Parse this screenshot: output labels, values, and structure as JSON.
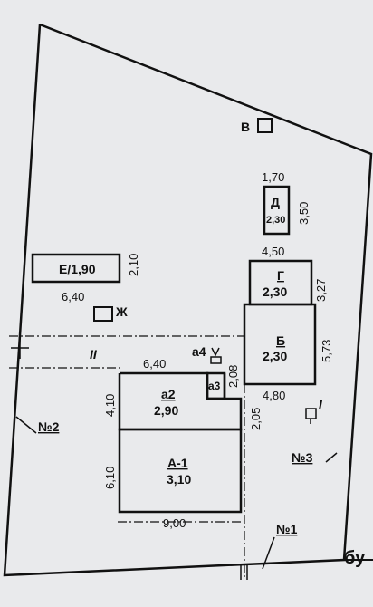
{
  "paper_color": "#e9eaec",
  "ink_color": "#111111",
  "labels": {
    "v": "В",
    "zh": "Ж",
    "roman_one": "I",
    "roman_two": "II",
    "no1": "№1",
    "no2": "№2",
    "no3": "№3",
    "street": "бу"
  },
  "buildings": {
    "D": {
      "name": "Д",
      "height": "2,30",
      "width_dim": "1,70",
      "length_dim": "3,50"
    },
    "E": {
      "name": "Е/1,90",
      "width_dim": "6,40",
      "height_dim": "2,10"
    },
    "G": {
      "name": "Г",
      "height": "2,30",
      "width_dim": "4,50",
      "length_dim": "3,27"
    },
    "B": {
      "name": "Б",
      "height": "2,30",
      "width_dim": "4,80",
      "length_dim": "5,73"
    },
    "a2": {
      "name": "а2",
      "height": "2,90",
      "width_dim": "6,40",
      "length_dim": "4,10"
    },
    "a3": {
      "name": "а3",
      "length_dim": "2,08",
      "side_dim": "2,05"
    },
    "a4": {
      "name": "а4"
    },
    "A1": {
      "name": "А-1",
      "height": "3,10",
      "width_dim": "9,00",
      "length_dim": "6,10"
    }
  }
}
